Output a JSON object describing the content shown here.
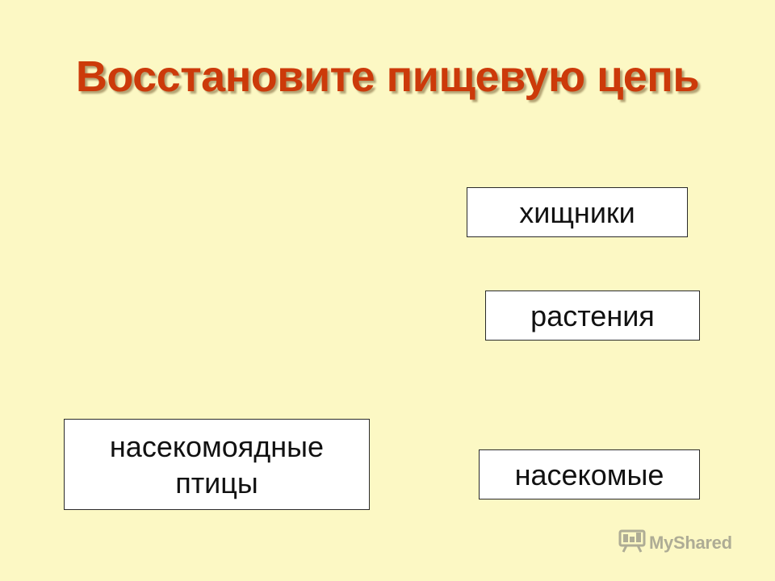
{
  "slide": {
    "title": "Восстановите пищевую цепь",
    "cards": {
      "predators": "хищники",
      "plants": "растения",
      "birds_line1": "насекомоядные",
      "birds_line2": "птицы",
      "insects": "насекомые"
    }
  },
  "watermark": {
    "text": "MyShared",
    "icon": "presentation-board-icon"
  },
  "colors": {
    "background": "#fcf8c4",
    "title": "#cc3a0a",
    "card_border": "#2a2a2a"
  }
}
